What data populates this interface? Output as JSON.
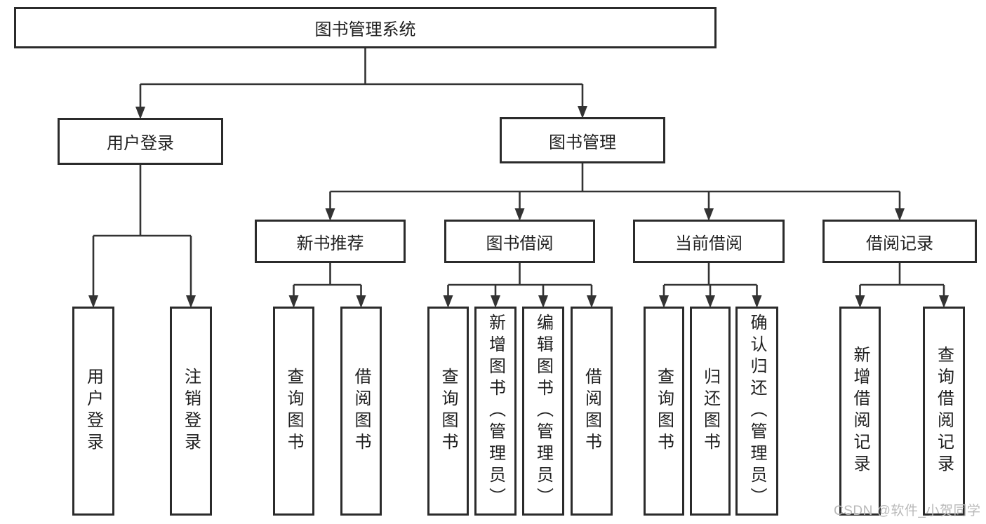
{
  "theme": {
    "background": "#ffffff",
    "line_color": "#333333",
    "border_color": "#2b2b2b",
    "text_color": "#1f1f1f",
    "watermark_color": "#b9b9b9"
  },
  "watermark": {
    "text": "CSDN @软件_小贺同学"
  },
  "diagram": {
    "nodes": [
      {
        "id": "root",
        "label": "图书管理系统",
        "parent": null,
        "orientation": "h"
      },
      {
        "id": "user-login-group",
        "label": "用户登录",
        "parent": "root",
        "orientation": "h"
      },
      {
        "id": "book-mgmt",
        "label": "图书管理",
        "parent": "root",
        "orientation": "h"
      },
      {
        "id": "user-login",
        "label": "用户登录",
        "parent": "user-login-group",
        "orientation": "v"
      },
      {
        "id": "logout",
        "label": "注销登录",
        "parent": "user-login-group",
        "orientation": "v"
      },
      {
        "id": "new-book-rec",
        "label": "新书推荐",
        "parent": "book-mgmt",
        "orientation": "h"
      },
      {
        "id": "book-borrow",
        "label": "图书借阅",
        "parent": "book-mgmt",
        "orientation": "h"
      },
      {
        "id": "current-borrow",
        "label": "当前借阅",
        "parent": "book-mgmt",
        "orientation": "h"
      },
      {
        "id": "borrow-records",
        "label": "借阅记录",
        "parent": "book-mgmt",
        "orientation": "h"
      },
      {
        "id": "query-books-1",
        "label": "查询图书",
        "parent": "new-book-rec",
        "orientation": "v"
      },
      {
        "id": "borrow-books-1",
        "label": "借阅图书",
        "parent": "new-book-rec",
        "orientation": "v"
      },
      {
        "id": "query-books-2",
        "label": "查询图书",
        "parent": "book-borrow",
        "orientation": "v"
      },
      {
        "id": "add-books",
        "label": "新增图书（管理员）",
        "parent": "book-borrow",
        "orientation": "v"
      },
      {
        "id": "edit-books",
        "label": "编辑图书（管理员）",
        "parent": "book-borrow",
        "orientation": "v"
      },
      {
        "id": "borrow-books-2",
        "label": "借阅图书",
        "parent": "book-borrow",
        "orientation": "v"
      },
      {
        "id": "query-books-3",
        "label": "查询图书",
        "parent": "current-borrow",
        "orientation": "v"
      },
      {
        "id": "return-books",
        "label": "归还图书",
        "parent": "current-borrow",
        "orientation": "v"
      },
      {
        "id": "confirm-return",
        "label": "确认归还（管理员）",
        "parent": "current-borrow",
        "orientation": "v"
      },
      {
        "id": "add-borrow-record",
        "label": "新增借阅记录",
        "parent": "borrow-records",
        "orientation": "v"
      },
      {
        "id": "query-borrow-record",
        "label": "查询借阅记录",
        "parent": "borrow-records",
        "orientation": "v"
      }
    ]
  }
}
